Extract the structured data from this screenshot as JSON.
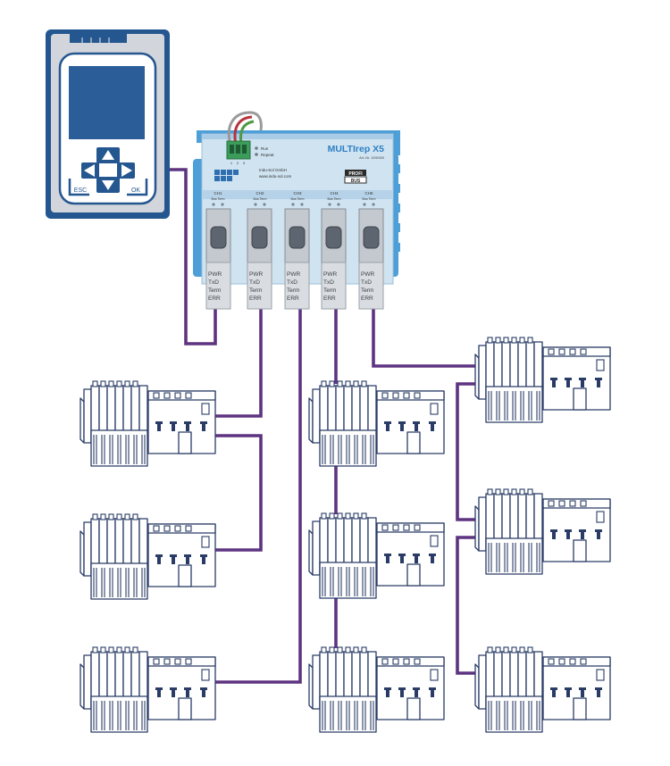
{
  "device": {
    "title": "MULTIrep X5",
    "company_name": "Indu-Sol GmbH",
    "website": "www.indu-sol.com",
    "article_no": "Art.-Nr. 1000000",
    "led_run": "Run",
    "led_repeat": "Repeat",
    "badge_top": "PROFI",
    "badge_bottom": "BUS",
    "terminal_pins": [
      "1",
      "2",
      "3"
    ],
    "channels": [
      {
        "label": "CH1",
        "status": "Bus  Term"
      },
      {
        "label": "CH2",
        "status": "Bus  Term"
      },
      {
        "label": "CH3",
        "status": "Bus  Term"
      },
      {
        "label": "CH4",
        "status": "Bus  Term"
      },
      {
        "label": "CH5",
        "status": "Bus  Term"
      }
    ],
    "channel_leds": [
      "PWR",
      "TxD",
      "Term",
      "ERR"
    ]
  },
  "hmi_panel": {
    "esc_label": "ESC",
    "ok_label": "OK"
  },
  "colors": {
    "cable": "#5e3481",
    "device_body": "#cfe3f1",
    "device_rail": "#4e9fd8",
    "panel_frame": "#24568f",
    "panel_screen": "#2b5d99",
    "panel_bezel": "#d2d5db",
    "station_line": "#2a3c66"
  }
}
